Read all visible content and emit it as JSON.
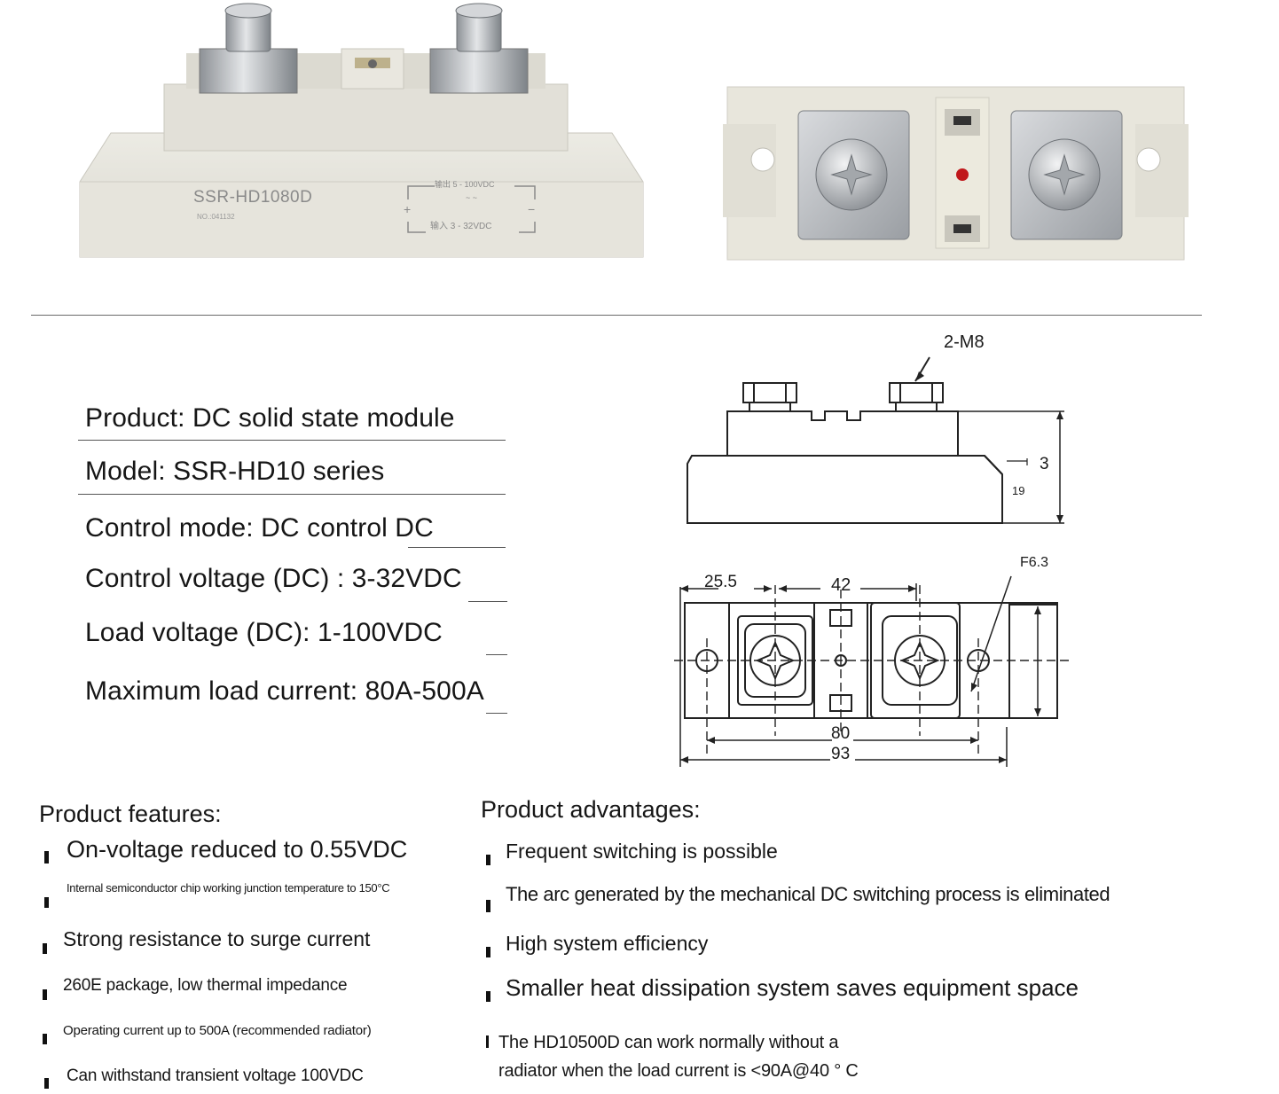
{
  "photo_front": {
    "model": "SSR-HD1080D",
    "serial": "NO.:041132",
    "output_label": "输出 5 - 100VDC",
    "input_label": "输入 3 - 32VDC",
    "plus": "+",
    "minus": "−",
    "ac": "~ ~"
  },
  "specs": [
    "Product: DC solid state module",
    "Model: SSR-HD10 series",
    "Control mode: DC control DC",
    "Control voltage (DC) : 3-32VDC",
    "Load voltage (DC): 1-100VDC",
    "Maximum load current: 80A-500A"
  ],
  "drawing_side": {
    "screw_label": "2-M8",
    "dim_top": "3",
    "dim_height": "19"
  },
  "drawing_top": {
    "dim_left": "25.5",
    "dim_center": "42",
    "hole_label": "F6.3",
    "dim_inner": "80",
    "dim_outer": "93"
  },
  "features": {
    "title": "Product features:",
    "items": [
      "On-voltage reduced to 0.55VDC",
      "Internal semiconductor chip working junction temperature to 150°C",
      "Strong resistance to surge current",
      "260E package, low thermal impedance",
      "Operating current up to 500A (recommended radiator)",
      "Can withstand transient voltage 100VDC"
    ]
  },
  "advantages": {
    "title": "Product advantages:",
    "items": [
      "Frequent switching is possible",
      "The arc generated by the mechanical DC switching process is eliminated",
      "High system efficiency",
      "Smaller heat dissipation system saves equipment space",
      "The HD10500D can work normally without a",
      "radiator when the load current is <90A@40 ° C"
    ]
  },
  "colors": {
    "module_body": "#e9e7df",
    "module_shadow": "#cfcdc4",
    "metal": "#b9bcc0",
    "led": "#c0181b"
  }
}
